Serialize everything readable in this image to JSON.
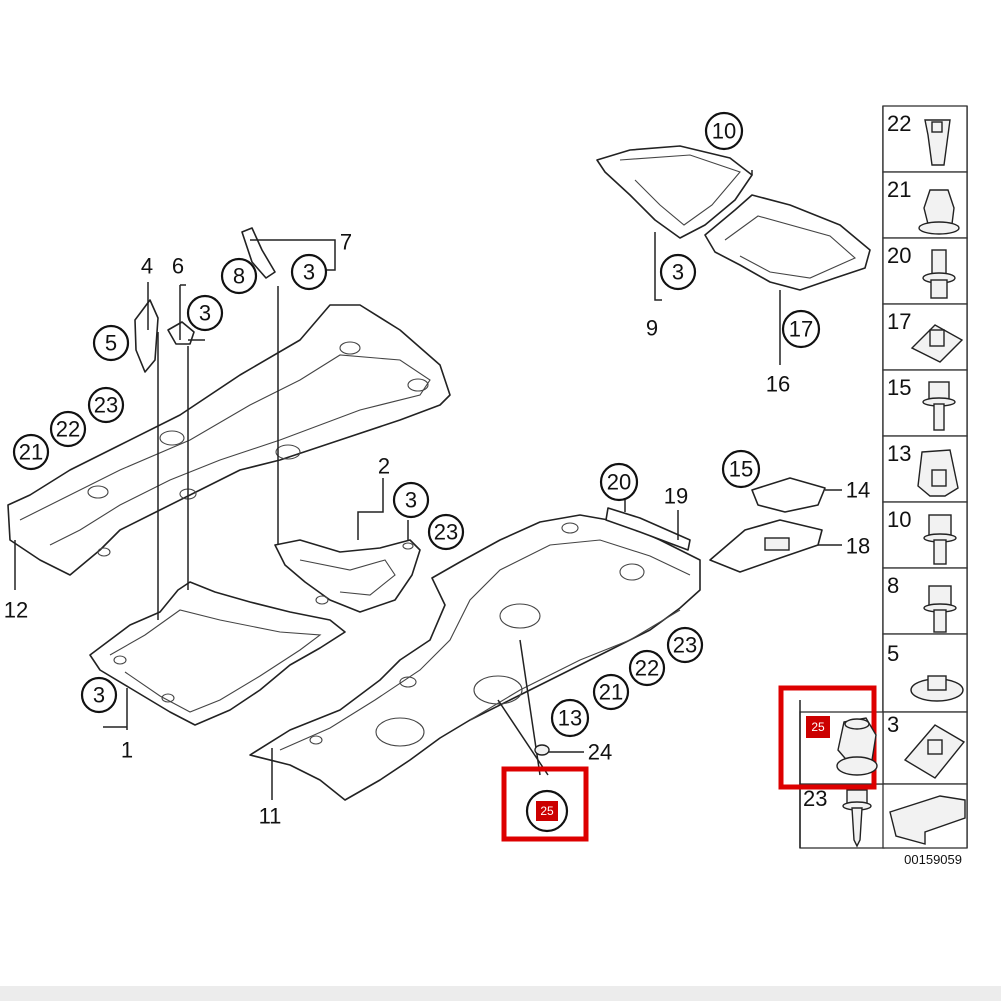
{
  "diagram": {
    "drawing_code": "00159059",
    "callouts": {
      "c1": "1",
      "c2": "2",
      "c3": "3",
      "c4": "4",
      "c5": "5",
      "c6": "6",
      "c7": "7",
      "c8": "8",
      "c9": "9",
      "c10": "10",
      "c11": "11",
      "c12": "12",
      "c13": "13",
      "c14": "14",
      "c15": "15",
      "c16": "16",
      "c17": "17",
      "c18": "18",
      "c19": "19",
      "c20": "20",
      "c21": "21",
      "c22": "22",
      "c23": "23",
      "c24": "24",
      "c25": "25"
    },
    "legend": [
      "22",
      "21",
      "20",
      "17",
      "15",
      "13",
      "10",
      "8",
      "5",
      "3",
      "23"
    ],
    "highlight_label": "25",
    "highlight_color": "#dd0000"
  }
}
